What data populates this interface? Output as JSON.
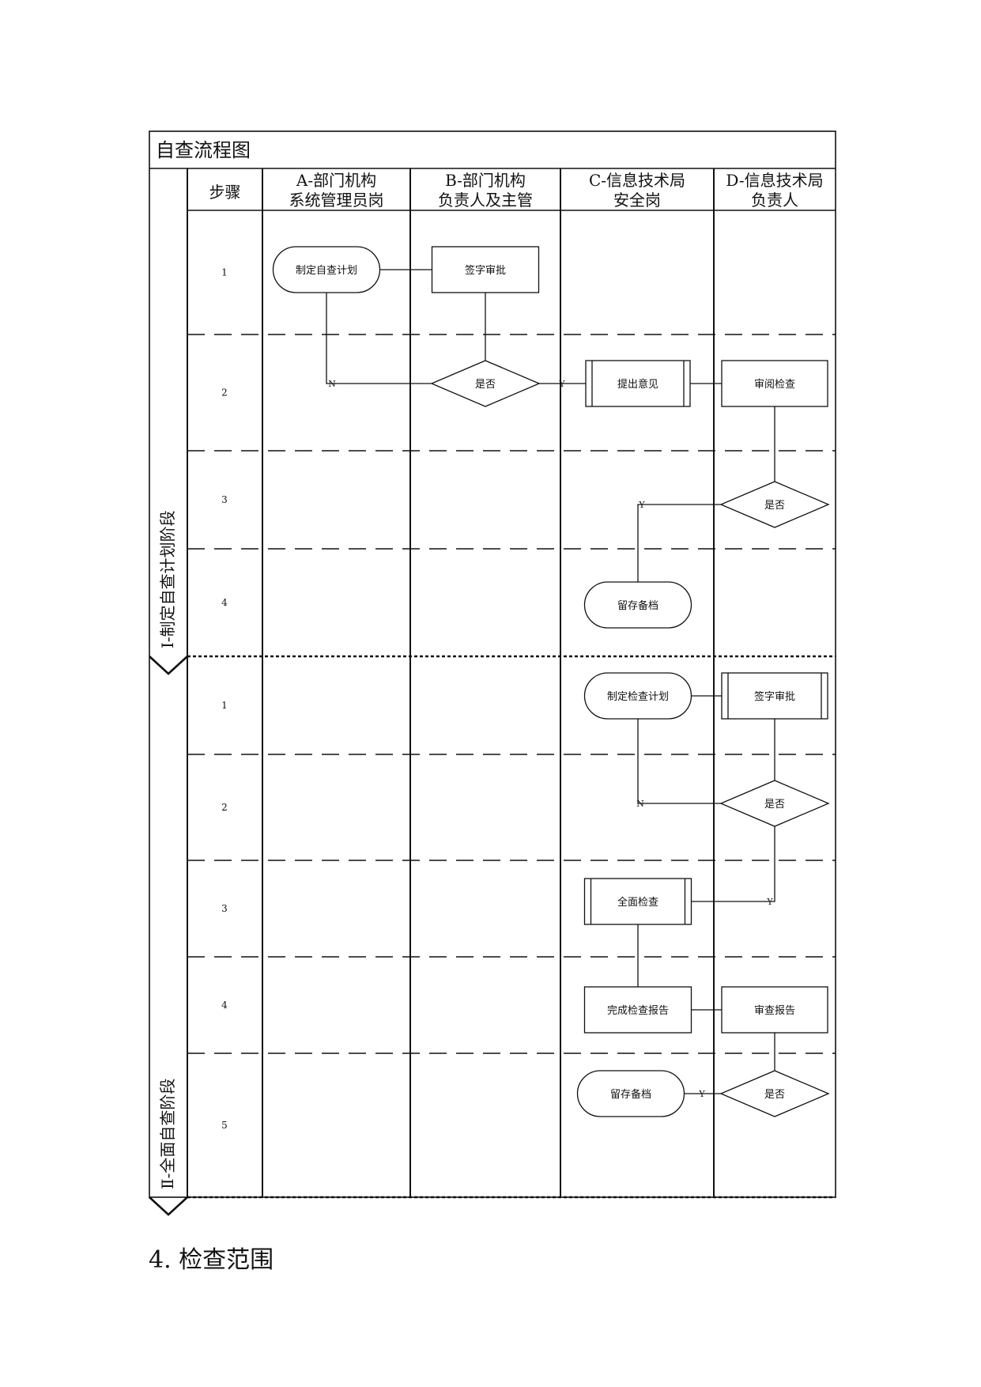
{
  "diagram": {
    "title": "自查流程图",
    "columns": [
      {
        "id": "step",
        "lines": [
          "步骤"
        ]
      },
      {
        "id": "A",
        "lines": [
          "A-部门机构",
          "系统管理员岗"
        ]
      },
      {
        "id": "B",
        "lines": [
          "B-部门机构",
          "负责人及主管"
        ]
      },
      {
        "id": "C",
        "lines": [
          "C-信息技术局",
          "安全岗"
        ]
      },
      {
        "id": "D",
        "lines": [
          "D-信息技术局",
          "负责人"
        ]
      }
    ],
    "phases": [
      {
        "id": "p1",
        "label": "Ⅰ-制定自查计划阶段"
      },
      {
        "id": "p2",
        "label": "Ⅱ-全面自查阶段"
      }
    ],
    "steps": [
      {
        "phase": "p1",
        "label": "1"
      },
      {
        "phase": "p1",
        "label": "2"
      },
      {
        "phase": "p1",
        "label": "3"
      },
      {
        "phase": "p1",
        "label": "4"
      },
      {
        "phase": "p2",
        "label": "1"
      },
      {
        "phase": "p2",
        "label": "2"
      },
      {
        "phase": "p2",
        "label": "3"
      },
      {
        "phase": "p2",
        "label": "4"
      },
      {
        "phase": "p2",
        "label": "5"
      }
    ],
    "nodes": [
      {
        "id": "n1",
        "type": "terminal",
        "text": "制定自查计划"
      },
      {
        "id": "n2",
        "type": "process",
        "text": "签字审批"
      },
      {
        "id": "n3",
        "type": "decision",
        "text": "是否"
      },
      {
        "id": "n4",
        "type": "subprocess",
        "text": "提出意见"
      },
      {
        "id": "n5",
        "type": "process",
        "text": "审阅检查"
      },
      {
        "id": "n6",
        "type": "decision",
        "text": "是否"
      },
      {
        "id": "n7",
        "type": "terminal",
        "text": "留存备档"
      },
      {
        "id": "n8",
        "type": "terminal",
        "text": "制定检查计划"
      },
      {
        "id": "n9",
        "type": "subprocess",
        "text": "签字审批"
      },
      {
        "id": "n10",
        "type": "decision",
        "text": "是否"
      },
      {
        "id": "n11",
        "type": "subprocess",
        "text": "全面检查"
      },
      {
        "id": "n12",
        "type": "process",
        "text": "完成检查报告"
      },
      {
        "id": "n13",
        "type": "process",
        "text": "审查报告"
      },
      {
        "id": "n14",
        "type": "terminal",
        "text": "留存备档"
      },
      {
        "id": "n15",
        "type": "decision",
        "text": "是否"
      }
    ],
    "edges": [
      {
        "from": "n1",
        "to": "n2",
        "label": ""
      },
      {
        "from": "n2",
        "to": "n3",
        "label": ""
      },
      {
        "from": "n3",
        "to": "n1",
        "label": "N"
      },
      {
        "from": "n3",
        "to": "n4",
        "label": "Y"
      },
      {
        "from": "n4",
        "to": "n5",
        "label": ""
      },
      {
        "from": "n5",
        "to": "n6",
        "label": ""
      },
      {
        "from": "n6",
        "to": "n7",
        "label": "Y"
      },
      {
        "from": "n8",
        "to": "n9",
        "label": ""
      },
      {
        "from": "n9",
        "to": "n10",
        "label": ""
      },
      {
        "from": "n10",
        "to": "n8",
        "label": "N"
      },
      {
        "from": "n10",
        "to": "n11",
        "label": "Y"
      },
      {
        "from": "n11",
        "to": "n12",
        "label": ""
      },
      {
        "from": "n12",
        "to": "n13",
        "label": ""
      },
      {
        "from": "n13",
        "to": "n15",
        "label": ""
      },
      {
        "from": "n15",
        "to": "n14",
        "label": "Y"
      }
    ]
  },
  "section_heading": "4. 检查范围"
}
